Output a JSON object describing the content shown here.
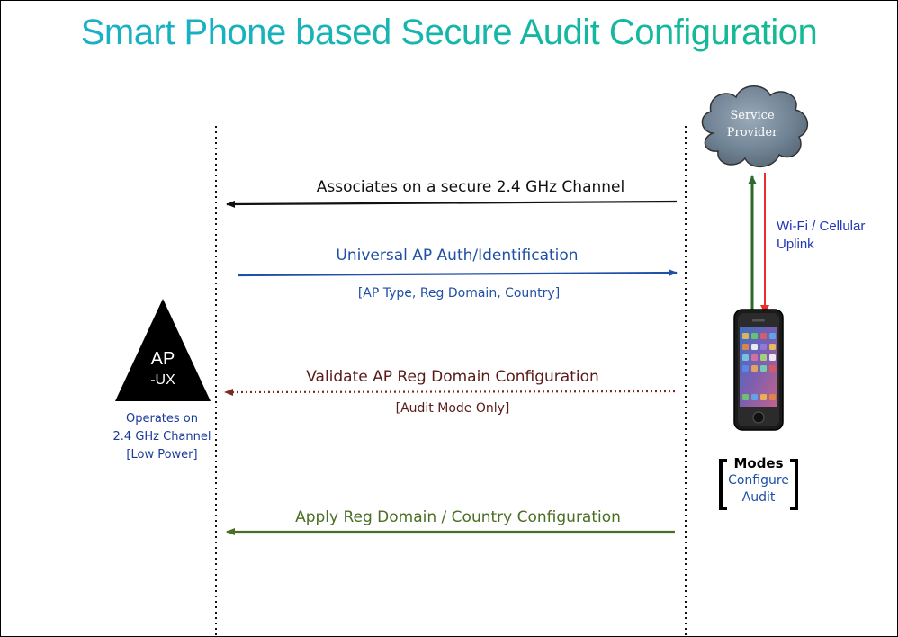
{
  "title": "Smart Phone based Secure Audit Configuration",
  "cloud": {
    "line1": "Service",
    "line2": "Provider"
  },
  "ap": {
    "name": "AP",
    "model": "-UX",
    "desc": [
      "Operates on",
      "2.4 GHz Channel",
      "[Low Power]"
    ]
  },
  "messages": [
    {
      "label": "Associates on a secure 2.4 GHz Channel",
      "direction": "phone-to-ap",
      "style": "solid",
      "color": "#111111"
    },
    {
      "label": "Universal AP Auth/Identification",
      "sublabel": "[AP Type, Reg Domain, Country]",
      "direction": "ap-to-phone",
      "style": "solid",
      "color": "#1f4fa6"
    },
    {
      "label": "Validate AP Reg Domain Configuration",
      "sublabel": "[Audit Mode Only]",
      "direction": "phone-to-ap",
      "style": "dotted",
      "color": "#7a2a22"
    },
    {
      "label": "Apply Reg Domain / Country Configuration",
      "direction": "phone-to-ap",
      "style": "solid",
      "color": "#4a6e23"
    }
  ],
  "uplink": {
    "line1": "Wi-Fi / Cellular",
    "line2": "Uplink",
    "up_color": "#2e6b2a",
    "down_color": "#e8302a"
  },
  "modes": {
    "title": "Modes",
    "items": [
      "Configure",
      "Audit"
    ]
  }
}
